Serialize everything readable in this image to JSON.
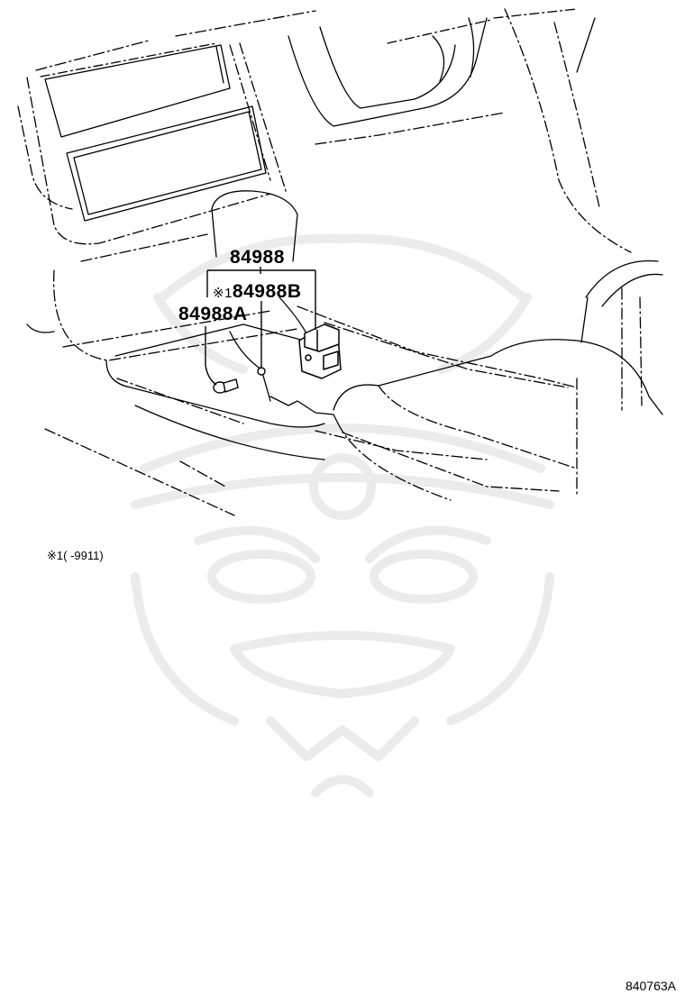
{
  "parts": {
    "main": "84988",
    "b": "84988B",
    "b_mark": "※1",
    "a": "84988A"
  },
  "note": {
    "mark": "※1",
    "text": "(      -9911)"
  },
  "figure_code": "840763A",
  "watermark": "samurai-mask-logo"
}
